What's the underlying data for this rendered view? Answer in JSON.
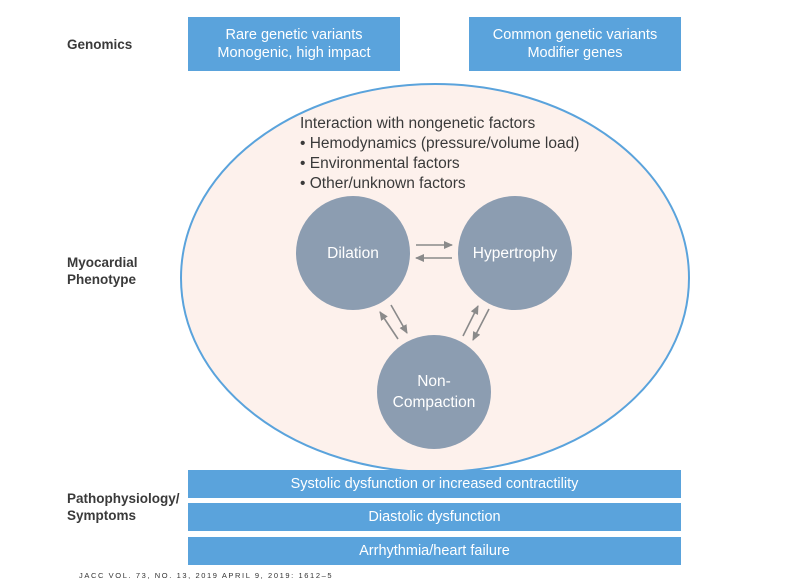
{
  "rows": {
    "genomics": "Genomics",
    "myocardial": [
      "Myocardial",
      "Phenotype"
    ],
    "patho": [
      "Pathophysiology/",
      "Symptoms"
    ]
  },
  "genomics_boxes": [
    [
      "Rare genetic variants",
      "Monogenic, high impact"
    ],
    [
      "Common genetic variants",
      "Modifier genes"
    ]
  ],
  "interaction": {
    "title": "Interaction with nongenetic factors",
    "bullets": [
      "Hemodynamics (pressure/volume load)",
      "Environmental factors",
      "Other/unknown factors"
    ]
  },
  "phenotypes": {
    "dilation": [
      "Dilation"
    ],
    "hypertrophy": [
      "Hypertrophy"
    ],
    "noncompaction": [
      "Non-",
      "Compaction"
    ]
  },
  "symptoms": [
    "Systolic dysfunction or increased contractility",
    "Diastolic dysfunction",
    "Arrhythmia/heart failure"
  ],
  "citation": "JACC VOL. 73, NO. 13, 2019 APRIL 9, 2019: 1612–5",
  "colors": {
    "box_blue": "#5aa3dc",
    "ellipse_fill": "#fdf1ec",
    "ellipse_stroke": "#5aa3dc",
    "circle_fill": "#8c9db1",
    "arrow": "#8a8a8a"
  }
}
